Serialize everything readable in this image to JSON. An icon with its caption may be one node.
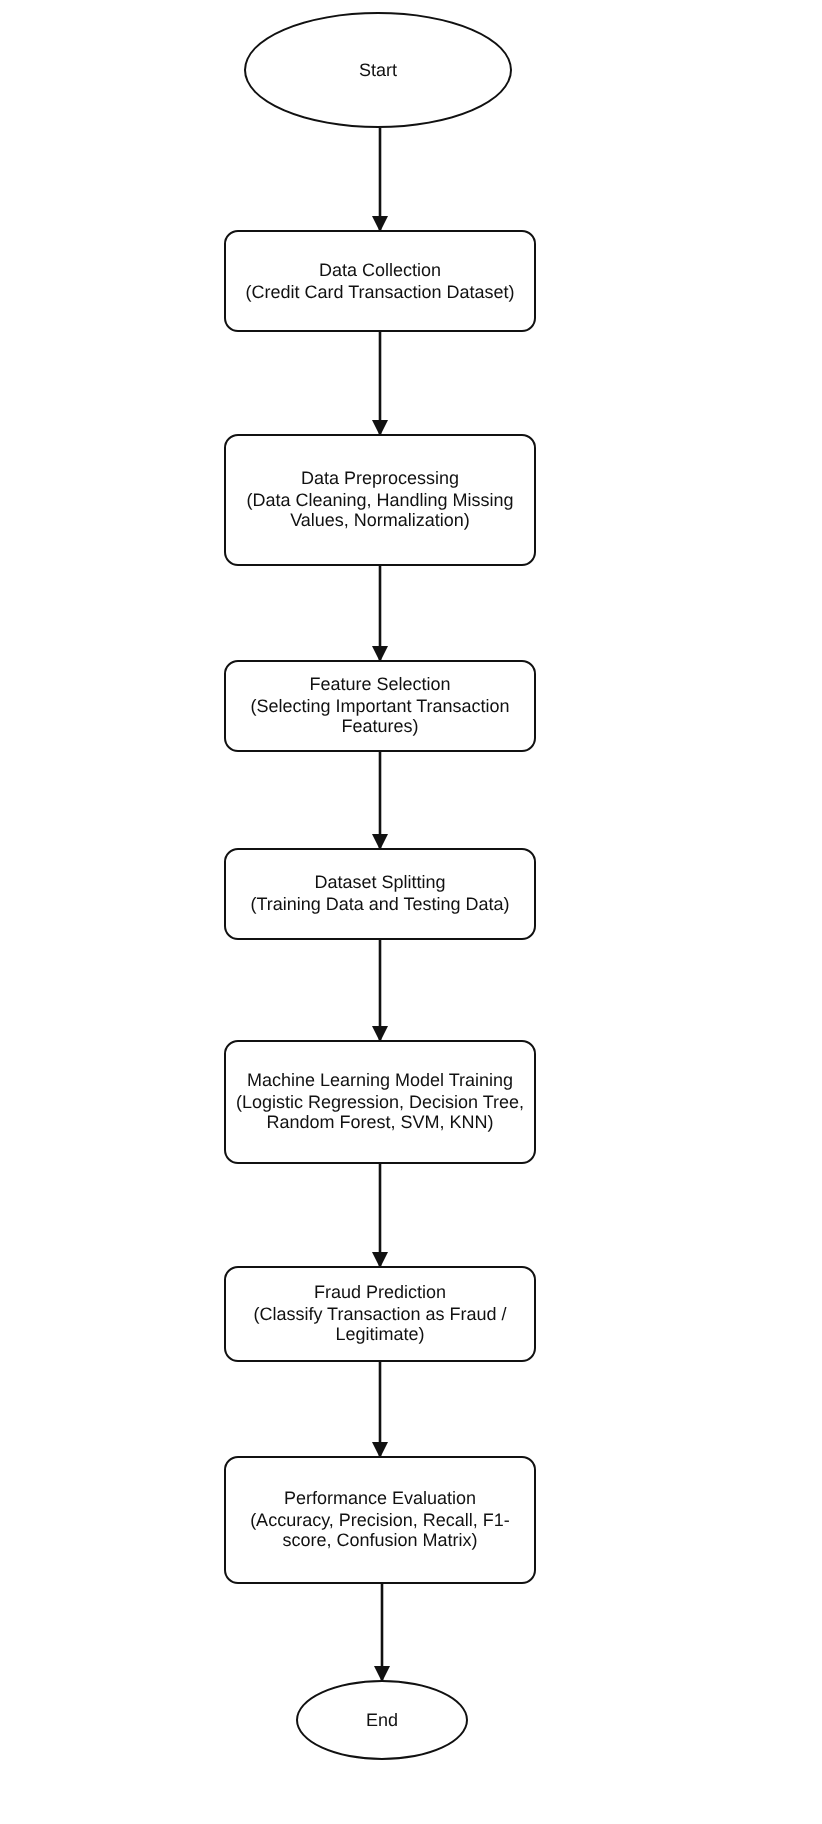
{
  "diagram": {
    "nodes": [
      {
        "text": [
          "Start"
        ]
      },
      {
        "text": [
          "Data Collection",
          "(Credit Card Transaction Dataset)"
        ]
      },
      {
        "text": [
          "Data Preprocessing",
          "(Data Cleaning, Handling Missing Values, Normalization)"
        ]
      },
      {
        "text": [
          "Feature Selection",
          "(Selecting Important Transaction Features)"
        ]
      },
      {
        "text": [
          "Dataset Splitting",
          "(Training Data and Testing Data)"
        ]
      },
      {
        "text": [
          "Machine Learning Model Training",
          "(Logistic Regression, Decision Tree, Random Forest, SVM, KNN)"
        ]
      },
      {
        "text": [
          "Fraud Prediction",
          "(Classify Transaction as Fraud / Legitimate)"
        ]
      },
      {
        "text": [
          "Performance Evaluation",
          "(Accuracy, Precision, Recall, F1-score, Confusion Matrix)"
        ]
      },
      {
        "text": [
          "End"
        ]
      }
    ],
    "edges": [
      {
        "from": 0,
        "to": 1,
        "arrow": "to"
      },
      {
        "from": 1,
        "to": 2,
        "arrow": "to"
      },
      {
        "from": 2,
        "to": 3,
        "arrow": "to"
      },
      {
        "from": 3,
        "to": 4,
        "arrow": "to"
      },
      {
        "from": 4,
        "to": 5,
        "arrow": "to"
      },
      {
        "from": 5,
        "to": 6,
        "arrow": "to"
      },
      {
        "from": 6,
        "to": 7,
        "arrow": "to"
      },
      {
        "from": 7,
        "to": 8,
        "arrow": "to"
      }
    ]
  }
}
